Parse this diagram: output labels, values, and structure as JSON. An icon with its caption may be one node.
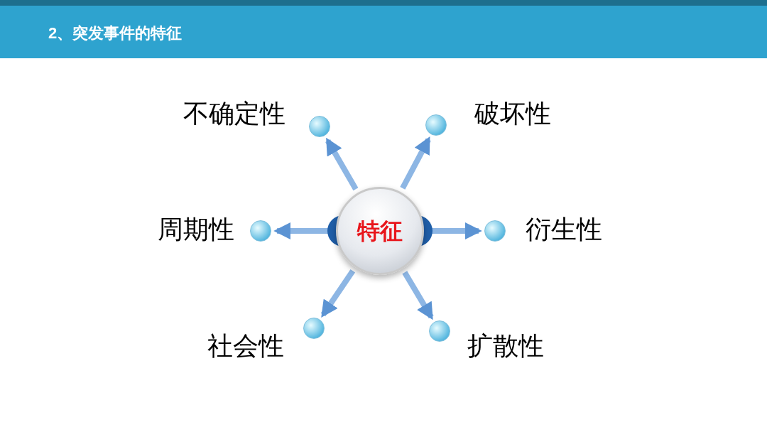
{
  "diagram": {
    "title": "2、突发事件的特征",
    "nodes": [
      {
        "text": [
          "特征"
        ]
      },
      {
        "text": [],
        "shape": "circle",
        "beside": [
          "不确定性"
        ]
      },
      {
        "text": [],
        "shape": "circle",
        "beside": [
          "破坏性"
        ]
      },
      {
        "text": [],
        "shape": "circle",
        "beside": [
          "周期性"
        ]
      },
      {
        "text": [],
        "shape": "circle",
        "beside": [
          "衍生性"
        ]
      },
      {
        "text": [],
        "shape": "circle",
        "beside": [
          "社会性"
        ]
      },
      {
        "text": [],
        "shape": "circle",
        "beside": [
          "扩散性"
        ]
      }
    ],
    "edges": [
      {
        "from": 0,
        "to": 1,
        "arrow": "to"
      },
      {
        "from": 0,
        "to": 2,
        "arrow": "to"
      },
      {
        "from": 0,
        "to": 3,
        "arrow": "to"
      },
      {
        "from": 0,
        "to": 4,
        "arrow": "to"
      },
      {
        "from": 0,
        "to": 5,
        "arrow": "to"
      },
      {
        "from": 0,
        "to": 6,
        "arrow": "to"
      }
    ]
  }
}
